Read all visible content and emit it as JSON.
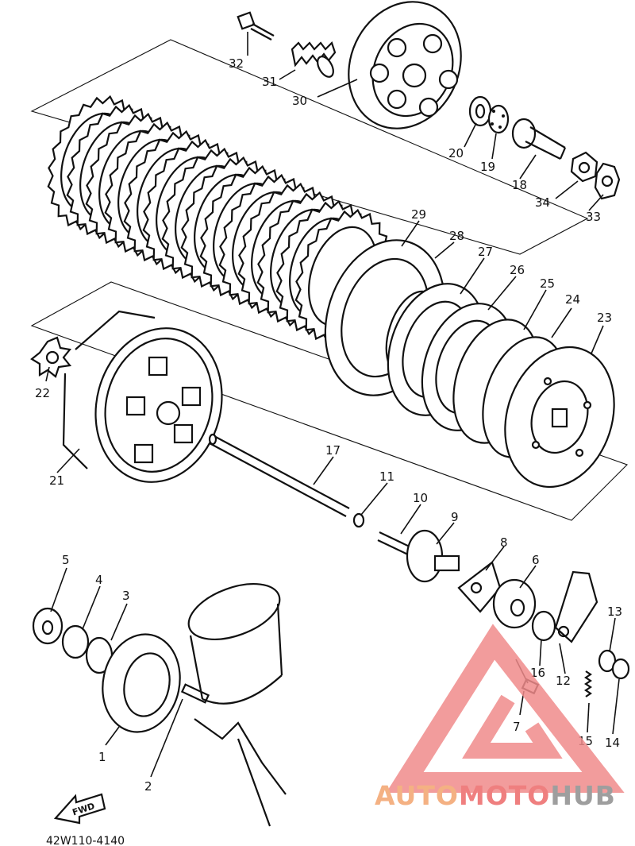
{
  "diagram": {
    "drawing_code": "42W110-4140",
    "direction_label": "FWD",
    "callouts": [
      "1",
      "2",
      "3",
      "4",
      "5",
      "6",
      "7",
      "8",
      "9",
      "10",
      "11",
      "12",
      "13",
      "14",
      "15",
      "16",
      "17",
      "18",
      "19",
      "20",
      "21",
      "22",
      "23",
      "24",
      "25",
      "26",
      "27",
      "28",
      "29",
      "30",
      "31",
      "32",
      "33",
      "34"
    ]
  },
  "watermark": {
    "part1": "AUTO",
    "part2": "MOTO",
    "part3": "HUB",
    "colors": {
      "part1": "#f4b183",
      "part2": "#ef7f7f",
      "part3": "#9e9e9e",
      "logo": "#f08b8b"
    }
  }
}
